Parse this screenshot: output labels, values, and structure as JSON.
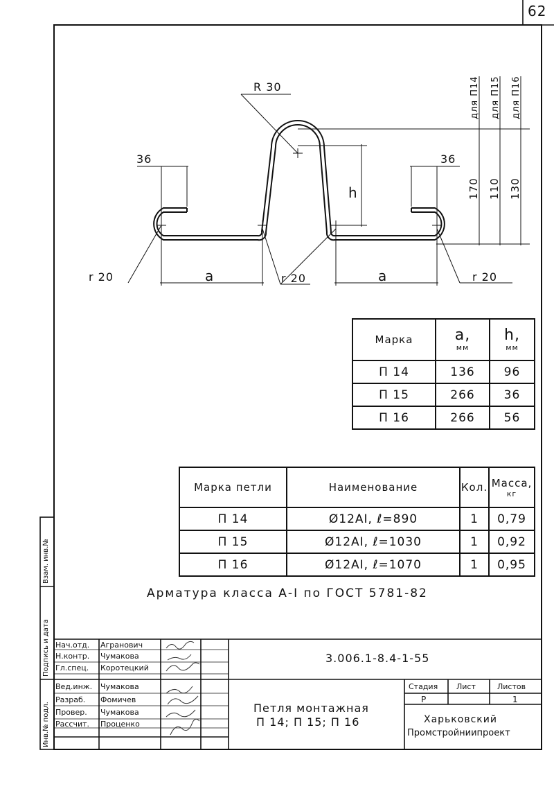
{
  "page_number": "62",
  "drawing": {
    "radius_label": "R 30",
    "dim_36_left": "36",
    "dim_36_right": "36",
    "dim_h": "h",
    "dim_a_left": "a",
    "dim_a_right": "a",
    "r20_left": "r 20",
    "r20_mid": "r 20",
    "r20_right": "r 20",
    "height_labels": [
      "для П14",
      "для П15",
      "для П16"
    ],
    "height_values": [
      "170",
      "110",
      "130"
    ]
  },
  "dims_table": {
    "headers": [
      "Марка",
      "a,",
      "мм",
      "h,",
      "мм"
    ],
    "rows": [
      [
        "П 14",
        "136",
        "96"
      ],
      [
        "П 15",
        "266",
        "36"
      ],
      [
        "П 16",
        "266",
        "56"
      ]
    ]
  },
  "spec_table": {
    "headers": [
      "Марка петли",
      "Наименование",
      "Кол.",
      "Масса,",
      "кг"
    ],
    "rows": [
      [
        "П 14",
        "Ø12АI, ℓ=890",
        "1",
        "0,79"
      ],
      [
        "П 15",
        "Ø12АI, ℓ=1030",
        "1",
        "0,92"
      ],
      [
        "П 16",
        "Ø12АI, ℓ=1070",
        "1",
        "0,95"
      ]
    ]
  },
  "note": "Арматура класса А-I по ГОСТ 5781-82",
  "title_block": {
    "roles": [
      "Нач.отд.",
      "Н.контр.",
      "Гл.спец.",
      "Вед.инж.",
      "Разраб.",
      "Провер.",
      "Рассчит."
    ],
    "names": [
      "Агранович",
      "Чумакова",
      "Коротецкий",
      "Чумакова",
      "Фомичев",
      "Чумакова",
      "Проценко"
    ],
    "code": "3.006.1-8.4-1-55",
    "title_line1": "Петля монтажная",
    "title_line2": "П 14; П 15; П 16",
    "stage_header": "Стадия",
    "sheet_header": "Лист",
    "sheets_header": "Листов",
    "stage_value": "Р",
    "sheets_value": "1",
    "org_line1": "Харьковский",
    "org_line2": "Промстройниипроект"
  },
  "side_strip": [
    "Инв.№ подл.",
    "Подпись и дата",
    "Взам. инв.№"
  ]
}
